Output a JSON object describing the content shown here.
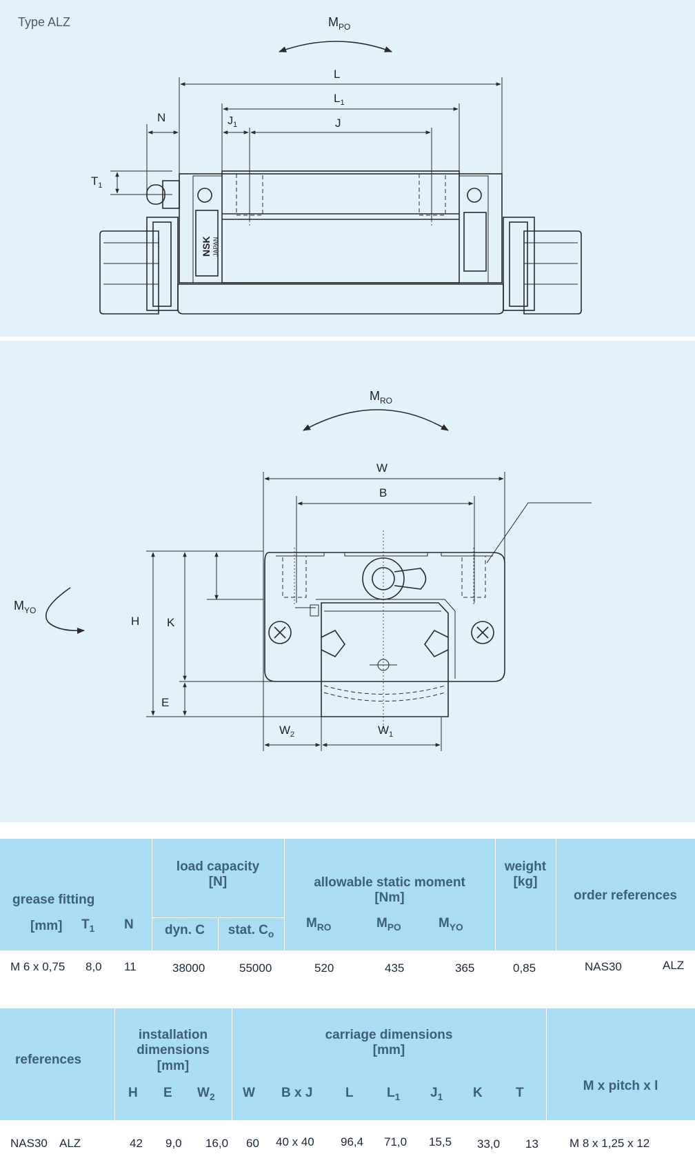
{
  "title": "Type ALZ",
  "drawing_top": {
    "moment_label": "M",
    "moment_sub": "PO",
    "dim_L": "L",
    "dim_L1": "L",
    "dim_L1_sub": "1",
    "dim_N": "N",
    "dim_J1": "J",
    "dim_J1_sub": "1",
    "dim_J": "J",
    "dim_T1": "T",
    "dim_T1_sub": "1",
    "brand": "NSK",
    "brand_sub": "JAPAN"
  },
  "drawing_bottom": {
    "moment_ro": "M",
    "moment_ro_sub": "RO",
    "moment_yo": "M",
    "moment_yo_sub": "YO",
    "dim_W": "W",
    "dim_B": "B",
    "dim_H": "H",
    "dim_K": "K",
    "dim_E": "E",
    "dim_W2": "W",
    "dim_W2_sub": "2",
    "dim_W1": "W",
    "dim_W1_sub": "1"
  },
  "table1": {
    "headers": {
      "grease_fitting": "grease fitting",
      "mm": "[mm]",
      "T1": "T",
      "T1_sub": "1",
      "N": "N",
      "load_capacity": "load capacity",
      "load_unit": "[N]",
      "dyn": "dyn. C",
      "stat": "stat. C",
      "stat_sub": "o",
      "moment": "allowable static moment",
      "moment_unit": "[Nm]",
      "mro": "M",
      "mro_sub": "RO",
      "mpo": "M",
      "mpo_sub": "PO",
      "myo": "M",
      "myo_sub": "YO",
      "weight": "weight",
      "weight_unit": "[kg]",
      "order_refs": "order references"
    },
    "row": {
      "grease": "M 6 x 0,75",
      "t1": "8,0",
      "n": "11",
      "dyn_c": "38000",
      "stat_c": "55000",
      "mro": "520",
      "mpo": "435",
      "myo": "365",
      "weight": "0,85",
      "ref1": "NAS30",
      "ref2": "ALZ"
    }
  },
  "table2": {
    "headers": {
      "references": "references",
      "install1": "installation",
      "install2": "dimensions",
      "install_unit": "[mm]",
      "H": "H",
      "E": "E",
      "W2": "W",
      "W2_sub": "2",
      "carriage": "carriage dimensions",
      "carriage_unit": "[mm]",
      "W": "W",
      "BxJ": "B x J",
      "L": "L",
      "L1": "L",
      "L1_sub": "1",
      "J1": "J",
      "J1_sub": "1",
      "K": "K",
      "T": "T",
      "mpitch": "M x pitch x l"
    },
    "row": {
      "ref1": "NAS30",
      "ref2": "ALZ",
      "h": "42",
      "e": "9,0",
      "w2": "16,0",
      "w": "60",
      "bxj": "40 x 40",
      "l": "96,4",
      "l1": "71,0",
      "j1": "15,5",
      "k": "33,0",
      "t": "13",
      "mpitch": "M  8 x 1,25 x 12"
    }
  }
}
